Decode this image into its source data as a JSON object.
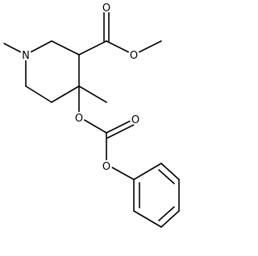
{
  "molecule": {
    "atoms": {
      "ring_nitrogen": "N",
      "ester_carbonyl_oxygen": "O",
      "ester_methoxy_oxygen": "O",
      "carbonate_link_oxygen": "O",
      "carbonate_carbonyl_oxygen": "O",
      "carbonate_phenoxy_oxygen": "O"
    }
  }
}
